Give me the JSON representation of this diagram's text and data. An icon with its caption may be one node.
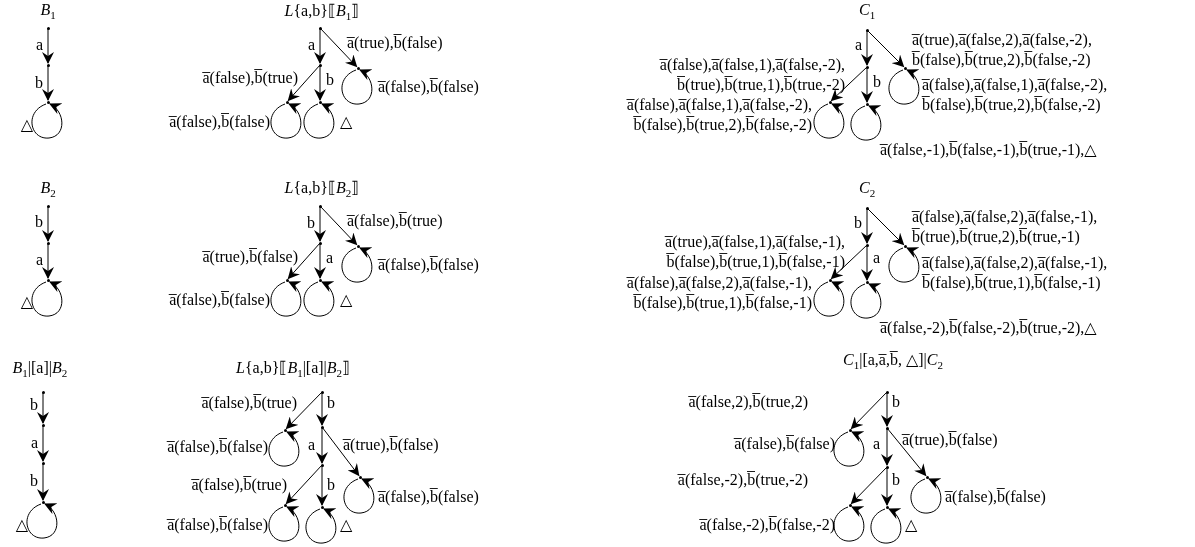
{
  "diagram": {
    "nodes": [
      {
        "text": [],
        "shape": "point"
      },
      {
        "text": [],
        "shape": "point"
      },
      {
        "text": [],
        "shape": "point"
      },
      {
        "text": [],
        "shape": "point"
      },
      {
        "text": [],
        "shape": "point"
      },
      {
        "text": [],
        "shape": "point"
      },
      {
        "text": [],
        "shape": "point"
      },
      {
        "text": [],
        "shape": "point"
      },
      {
        "text": [],
        "shape": "point"
      },
      {
        "text": [],
        "shape": "point"
      },
      {
        "text": [],
        "shape": "point"
      },
      {
        "text": [],
        "shape": "point"
      },
      {
        "text": [],
        "shape": "point"
      },
      {
        "text": [],
        "shape": "point"
      },
      {
        "text": [],
        "shape": "point"
      },
      {
        "text": [],
        "shape": "point"
      },
      {
        "text": [],
        "shape": "point"
      },
      {
        "text": [],
        "shape": "point"
      },
      {
        "text": [],
        "shape": "point"
      },
      {
        "text": [],
        "shape": "point"
      },
      {
        "text": [],
        "shape": "point"
      },
      {
        "text": [],
        "shape": "point"
      },
      {
        "text": [],
        "shape": "point"
      },
      {
        "text": [],
        "shape": "point"
      },
      {
        "text": [],
        "shape": "point"
      },
      {
        "text": [],
        "shape": "point"
      },
      {
        "text": [],
        "shape": "point"
      },
      {
        "text": [],
        "shape": "point"
      },
      {
        "text": [],
        "shape": "point"
      },
      {
        "text": [],
        "shape": "point"
      },
      {
        "text": [],
        "shape": "point"
      },
      {
        "text": [],
        "shape": "point"
      },
      {
        "text": [],
        "shape": "point"
      },
      {
        "text": [],
        "shape": "point"
      },
      {
        "text": [],
        "shape": "point"
      },
      {
        "text": [],
        "shape": "point"
      },
      {
        "text": [],
        "shape": "point"
      },
      {
        "text": [],
        "shape": "point"
      },
      {
        "text": [],
        "shape": "point"
      },
      {
        "text": [],
        "shape": "point"
      },
      {
        "text": [],
        "shape": "point"
      },
      {
        "text": [],
        "shape": "point"
      },
      {
        "text": [],
        "shape": "point"
      },
      {
        "text": [],
        "shape": "point"
      }
    ],
    "edges": [
      {
        "from": 0,
        "to": 1,
        "arrow": "to",
        "label": "a"
      },
      {
        "from": 1,
        "to": 2,
        "arrow": "to",
        "label": "b"
      },
      {
        "from": 2,
        "to": 2,
        "arrow": "to",
        "label": "△"
      },
      {
        "from": 3,
        "to": 4,
        "arrow": "to",
        "label": "a"
      },
      {
        "from": 3,
        "to": 5,
        "arrow": "to",
        "label": "a̅(true),b̅(false)"
      },
      {
        "from": 5,
        "to": 5,
        "arrow": "to",
        "label": "a̅(false),b̅(false)"
      },
      {
        "from": 4,
        "to": 6,
        "arrow": "to",
        "label": "a̅(false),b̅(true)"
      },
      {
        "from": 4,
        "to": 7,
        "arrow": "to",
        "label": "b"
      },
      {
        "from": 6,
        "to": 6,
        "arrow": "to",
        "label": "a̅(false),b̅(false)"
      },
      {
        "from": 7,
        "to": 7,
        "arrow": "to",
        "label": "△"
      },
      {
        "from": 8,
        "to": 9,
        "arrow": "to",
        "label": "a"
      },
      {
        "from": 8,
        "to": 10,
        "arrow": "to",
        "label": "a̅(true),a̅(false,2),a̅(false,-2), b̅(false),b̅(true,2),b̅(false,-2)"
      },
      {
        "from": 10,
        "to": 10,
        "arrow": "to",
        "label": "a̅(false),a̅(false,1),a̅(false,-2), b̅(false),b̅(true,2),b̅(false,-2)"
      },
      {
        "from": 9,
        "to": 11,
        "arrow": "to",
        "label": "a̅(false),a̅(false,1),a̅(false,-2), b̅(true),b̅(true,1),b̅(true,-2)"
      },
      {
        "from": 9,
        "to": 12,
        "arrow": "to",
        "label": "b"
      },
      {
        "from": 11,
        "to": 11,
        "arrow": "to",
        "label": "a̅(false),a̅(false,1),a̅(false,-2), b̅(false),b̅(true,2),b̅(false,-2)"
      },
      {
        "from": 12,
        "to": 12,
        "arrow": "to",
        "label": "a̅(false,-1),b̅(false,-1),b̅(true,-1),△"
      },
      {
        "from": 13,
        "to": 14,
        "arrow": "to",
        "label": "b"
      },
      {
        "from": 14,
        "to": 15,
        "arrow": "to",
        "label": "a"
      },
      {
        "from": 15,
        "to": 15,
        "arrow": "to",
        "label": "△"
      },
      {
        "from": 16,
        "to": 17,
        "arrow": "to",
        "label": "b"
      },
      {
        "from": 16,
        "to": 18,
        "arrow": "to",
        "label": "a̅(false),b̅(true)"
      },
      {
        "from": 18,
        "to": 18,
        "arrow": "to",
        "label": "a̅(false),b̅(false)"
      },
      {
        "from": 17,
        "to": 19,
        "arrow": "to",
        "label": "a̅(true),b̅(false)"
      },
      {
        "from": 17,
        "to": 20,
        "arrow": "to",
        "label": "a"
      },
      {
        "from": 19,
        "to": 19,
        "arrow": "to",
        "label": "a̅(false),b̅(false)"
      },
      {
        "from": 20,
        "to": 20,
        "arrow": "to",
        "label": "△"
      },
      {
        "from": 21,
        "to": 22,
        "arrow": "to",
        "label": "b"
      },
      {
        "from": 21,
        "to": 23,
        "arrow": "to",
        "label": "a̅(false),a̅(false,2),a̅(false,-1), b̅(true),b̅(true,2),b̅(true,-1)"
      },
      {
        "from": 23,
        "to": 23,
        "arrow": "to",
        "label": "a̅(false),a̅(false,2),a̅(false,-1), b̅(false),b̅(true,1),b̅(false,-1)"
      },
      {
        "from": 22,
        "to": 24,
        "arrow": "to",
        "label": "a̅(true),a̅(false,1),a̅(false,-1), b̅(false),b̅(true,1),b̅(false,-1)"
      },
      {
        "from": 22,
        "to": 25,
        "arrow": "to",
        "label": "a"
      },
      {
        "from": 24,
        "to": 24,
        "arrow": "to",
        "label": "a̅(false),a̅(false,2),a̅(false,-1), b̅(false),b̅(true,1),b̅(false,-1)"
      },
      {
        "from": 25,
        "to": 25,
        "arrow": "to",
        "label": "a̅(false,-2),b̅(false,-2),b̅(true,-2),△"
      },
      {
        "from": 26,
        "to": 27,
        "arrow": "to",
        "label": "b"
      },
      {
        "from": 27,
        "to": 28,
        "arrow": "to",
        "label": "a"
      },
      {
        "from": 28,
        "to": 29,
        "arrow": "to",
        "label": "b"
      },
      {
        "from": 29,
        "to": 29,
        "arrow": "to",
        "label": "△"
      },
      {
        "from": 30,
        "to": 31,
        "arrow": "to",
        "label": "a̅(false),b̅(true)"
      },
      {
        "from": 30,
        "to": 32,
        "arrow": "to",
        "label": "b"
      },
      {
        "from": 31,
        "to": 31,
        "arrow": "to",
        "label": "a̅(false),b̅(false)"
      },
      {
        "from": 32,
        "to": 34,
        "arrow": "to",
        "label": "a"
      },
      {
        "from": 32,
        "to": 33,
        "arrow": "to",
        "label": "a̅(true),b̅(false)"
      },
      {
        "from": 34,
        "to": 35,
        "arrow": "to",
        "label": "a̅(false),b̅(true)"
      },
      {
        "from": 34,
        "to": 36,
        "arrow": "to",
        "label": "b"
      },
      {
        "from": 33,
        "to": 33,
        "arrow": "to",
        "label": "a̅(false),b̅(false)"
      },
      {
        "from": 35,
        "to": 35,
        "arrow": "to",
        "label": "a̅(false),b̅(false)"
      },
      {
        "from": 36,
        "to": 36,
        "arrow": "to",
        "label": "△"
      },
      {
        "from": 37,
        "to": 38,
        "arrow": "to",
        "label": "a̅(false,2),b̅(true,2)"
      },
      {
        "from": 37,
        "to": 39,
        "arrow": "to",
        "label": "b"
      },
      {
        "from": 38,
        "to": 38,
        "arrow": "to",
        "label": "a̅(false),b̅(false)"
      },
      {
        "from": 39,
        "to": 40,
        "arrow": "to",
        "label": "a"
      },
      {
        "from": 39,
        "to": 41,
        "arrow": "to",
        "label": "a̅(true),b̅(false)"
      },
      {
        "from": 40,
        "to": 42,
        "arrow": "to",
        "label": "a̅(false,-2),b̅(true,-2)"
      },
      {
        "from": 40,
        "to": 43,
        "arrow": "to",
        "label": "b"
      },
      {
        "from": 41,
        "to": 41,
        "arrow": "to",
        "label": "a̅(false),b̅(false)"
      },
      {
        "from": 42,
        "to": 42,
        "arrow": "to",
        "label": "a̅(false,-2),b̅(false,-2)"
      },
      {
        "from": 43,
        "to": 43,
        "arrow": "to",
        "label": "△"
      }
    ],
    "labels": [
      "*B*$_{1}$",
      "*L*{a,b}⟦*B*$_{1}$⟧",
      "*C*$_{1}$",
      "*B*$_{2}$",
      "*L*{a,b}⟦*B*$_{2}$⟧",
      "*C*$_{2}$",
      "*B*$_{1}$|[a]|*B*$_{2}$",
      "*L*{a,b}⟦*B*$_{1}$|[a]|*B*$_{2}$⟧",
      "*C*$_{1}$|[a,a̅,b̅, △]|*C*$_{2}$"
    ]
  }
}
